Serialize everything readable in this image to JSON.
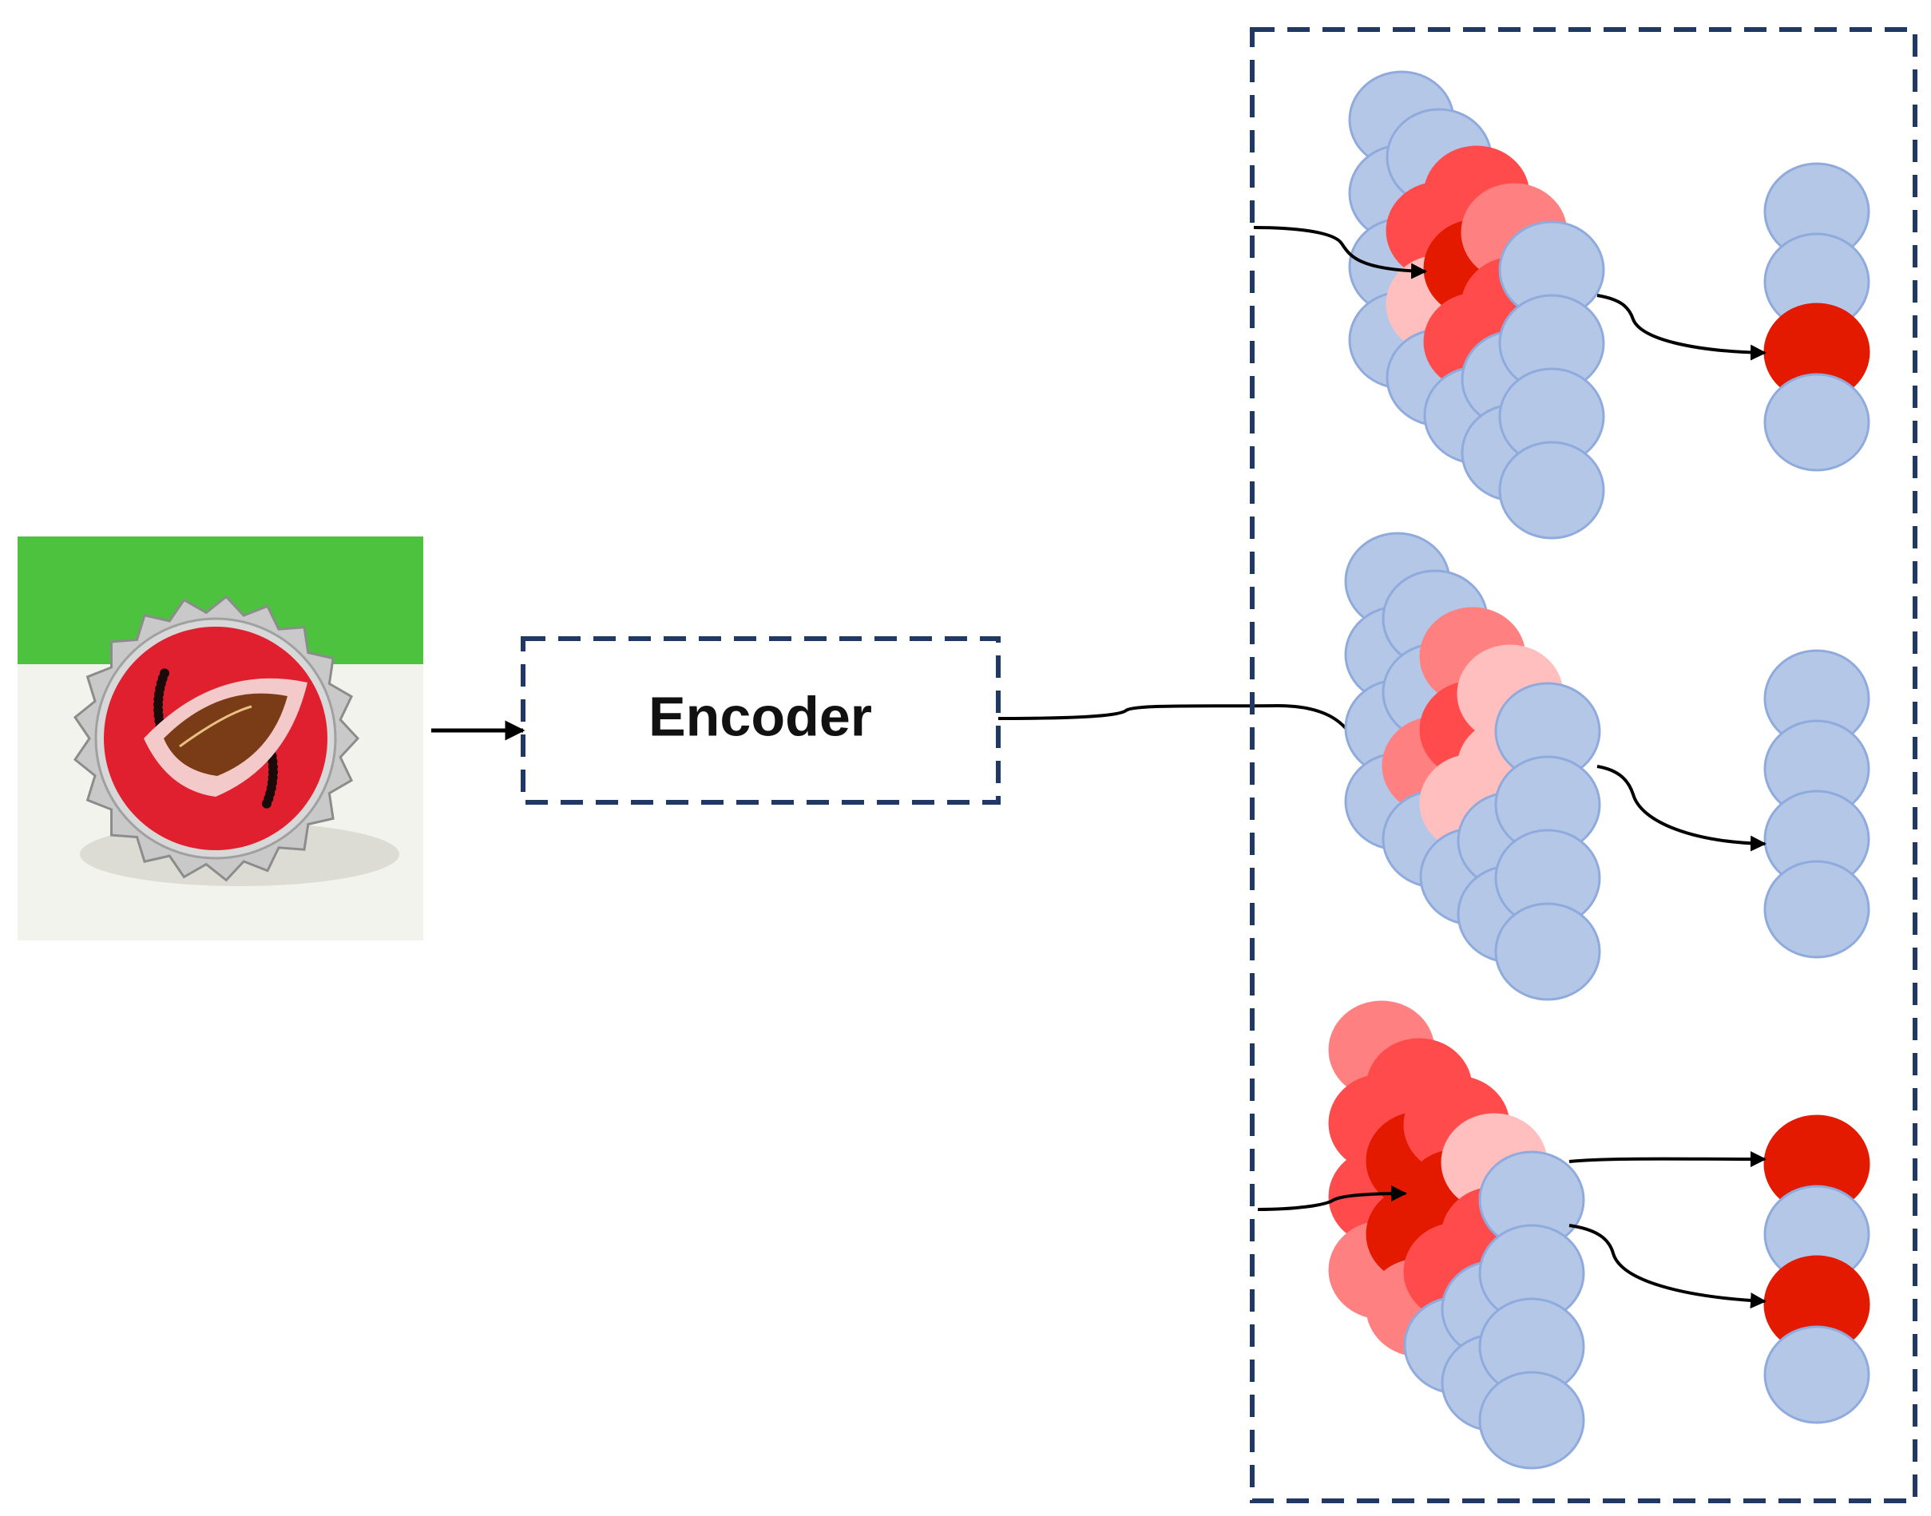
{
  "encoder": {
    "label": "Encoder"
  },
  "colors": {
    "blue": "#b4c7e7",
    "blue_stroke": "#8faadc",
    "dark_red": "#e31a00",
    "red": "#ff4b4b",
    "salmon": "#ff8080",
    "pink": "#ffbfbf",
    "dash": "#203864",
    "arrow": "#000000",
    "photo_background": "#4cc23e",
    "cap_red": "#e0202f",
    "football_brown": "#7a3b17"
  },
  "input_image": {
    "subject": "bottle-cap-with-football-print"
  },
  "groups": [
    {
      "id": "group-1",
      "output_column": [
        "blue",
        "blue",
        "dark_red",
        "blue"
      ]
    },
    {
      "id": "group-2",
      "output_column": [
        "blue",
        "blue",
        "blue",
        "blue"
      ]
    },
    {
      "id": "group-3",
      "output_column": [
        "dark_red",
        "blue",
        "dark_red",
        "blue"
      ]
    }
  ]
}
